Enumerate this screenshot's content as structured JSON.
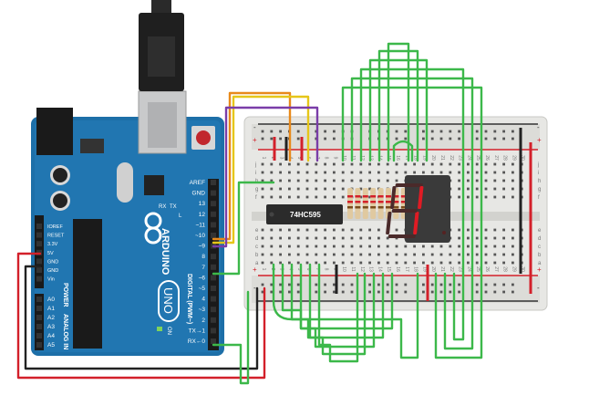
{
  "arduino": {
    "brand": "ARDUINO",
    "model": "UNO",
    "digital_label": "DIGITAL (PWM~)",
    "analog_label": "ANALOG IN",
    "power_label": "POWER",
    "tx_label": "TX",
    "rx_label": "RX",
    "l_label": "L",
    "on_label": "ON",
    "digital_pins": [
      "AREF",
      "GND",
      "13",
      "12",
      "~11",
      "~10",
      "~9",
      "8",
      "7",
      "~6",
      "~5",
      "4",
      "~3",
      "2",
      "TX→1",
      "RX←0"
    ],
    "power_pins": [
      "IOREF",
      "RESET",
      "3.3V",
      "5V",
      "GND",
      "GND",
      "Vin"
    ],
    "analog_pins": [
      "A0",
      "A1",
      "A2",
      "A3",
      "A4",
      "A5"
    ]
  },
  "ic": {
    "label": "74HC595"
  },
  "display": {
    "digit": "1",
    "segment_color": "#e01b24"
  },
  "breadboard": {
    "columns": [
      "1",
      "2",
      "3",
      "4",
      "5",
      "6",
      "7",
      "8",
      "9",
      "10",
      "11",
      "12",
      "13",
      "14",
      "15",
      "16",
      "17",
      "18",
      "19",
      "20",
      "21",
      "22",
      "23",
      "24",
      "25",
      "26",
      "27",
      "28",
      "29",
      "30"
    ],
    "rows_top": [
      "j",
      "i",
      "h",
      "g",
      "f"
    ],
    "rows_bottom": [
      "e",
      "d",
      "c",
      "b",
      "a"
    ],
    "rail_plus": "+",
    "rail_minus": "-"
  },
  "wire_colors": {
    "orange": "#e8891a",
    "yellow": "#e6c619",
    "purple": "#7a3da8",
    "green": "#3cb84a",
    "red": "#d3202a",
    "black": "#222222"
  }
}
